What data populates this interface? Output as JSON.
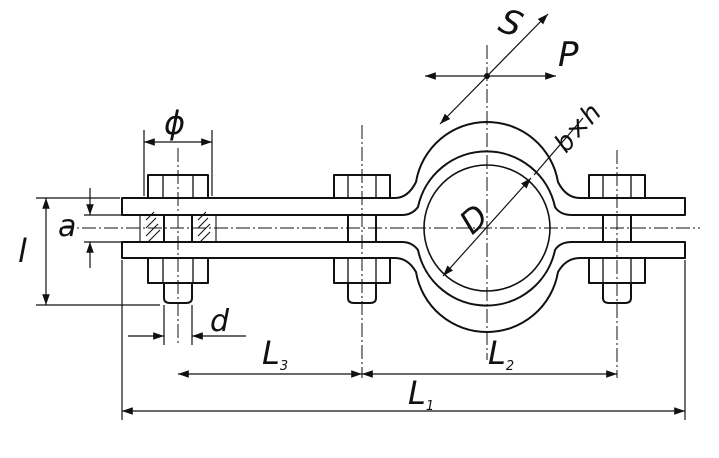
{
  "drawing": {
    "labels": {
      "S": "S",
      "P": "P",
      "phi": "ϕ",
      "b_h": "b×h",
      "D": "D",
      "a": "a",
      "l": "l",
      "d": "d",
      "L3_main": "L",
      "L3_sub": "3",
      "L2_main": "L",
      "L2_sub": "2",
      "L1_main": "L",
      "L1_sub": "1"
    }
  }
}
